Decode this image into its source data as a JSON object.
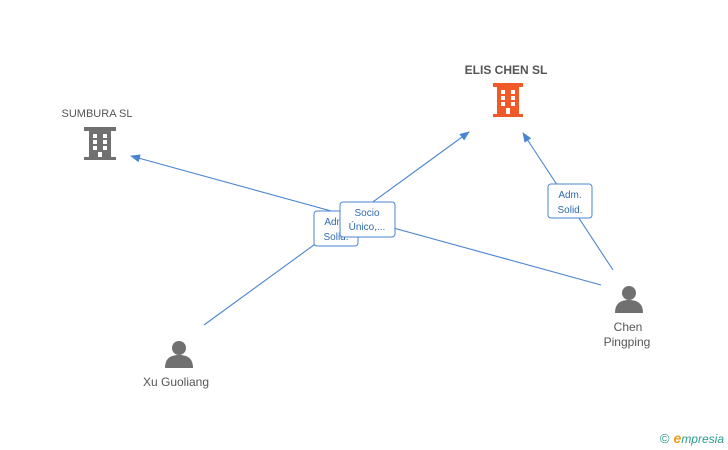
{
  "companies": {
    "elis_chen": {
      "name": "ELIS CHEN SL",
      "color": "#f05a28"
    },
    "sumbura": {
      "name": "SUMBURA SL",
      "color": "#707070"
    }
  },
  "persons": {
    "xu_guoliang": {
      "name": "Xu Guoliang"
    },
    "chen_pingping": {
      "line1": "Chen",
      "line2": "Pingping"
    }
  },
  "relations": {
    "xu_to_sumbura": {
      "line1": "Adm.",
      "line2": "Solid."
    },
    "chen_to_elis_socio": {
      "line1": "Socio",
      "line2": "Único,..."
    },
    "chen_to_elis_adm": {
      "line1": "Adm.",
      "line2": "Solid."
    }
  },
  "watermark": {
    "copyright": "©",
    "brand_initial": "e",
    "brand_rest": "mpresia"
  },
  "colors": {
    "edge": "#4a86d0",
    "person_icon": "#707070"
  }
}
